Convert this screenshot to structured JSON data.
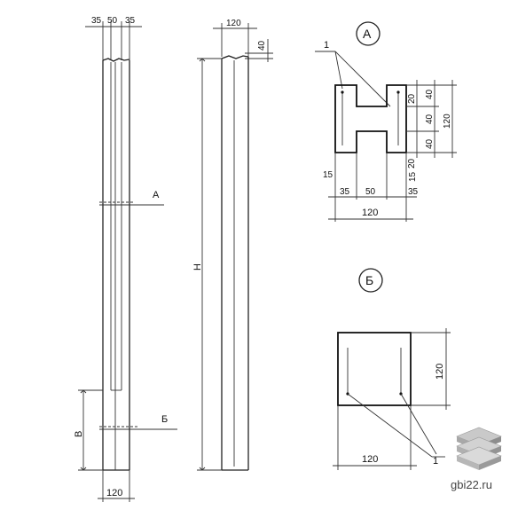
{
  "elevation": {
    "dim_left": "35",
    "dim_mid": "50",
    "dim_right": "35",
    "section_a_label": "А",
    "section_b_label": "Б",
    "height_label": "В",
    "width_bottom": "120"
  },
  "side_view": {
    "width_top": "120",
    "top_offset": "40",
    "height_label": "Н"
  },
  "section_a": {
    "title": "А",
    "callout": "1",
    "right_dims": [
      "20",
      "40",
      "40",
      "40",
      "20"
    ],
    "total_height": "120",
    "bottom_left_small": "15",
    "bottom_right_small": "15",
    "bottom_dims": [
      "35",
      "50",
      "35"
    ],
    "total_width": "120"
  },
  "section_b": {
    "title": "Б",
    "height": "120",
    "width": "120",
    "callout": "1"
  },
  "watermark": {
    "text": "gbi22.ru"
  }
}
